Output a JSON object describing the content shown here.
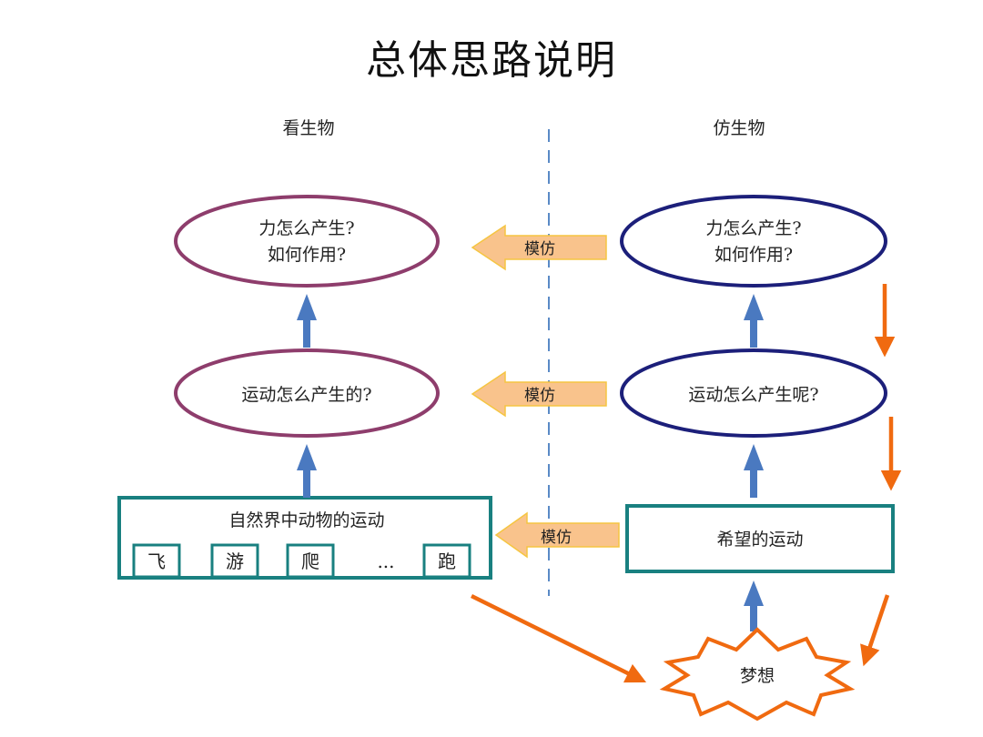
{
  "title": "总体思路说明",
  "columns": {
    "left": "看生物",
    "right": "仿生物"
  },
  "left_nodes": {
    "force_line1": "力怎么产生?",
    "force_line2": "如何作用?",
    "motion": "运动怎么产生的?",
    "nature": "自然界中动物的运动",
    "examples": [
      "飞",
      "游",
      "爬",
      "...",
      "跑"
    ]
  },
  "right_nodes": {
    "force_line1": "力怎么产生?",
    "force_line2": "如何作用?",
    "motion": "运动怎么产生呢?",
    "desired": "希望的运动",
    "dream": "梦想"
  },
  "imitate_labels": [
    "模仿",
    "模仿",
    "模仿"
  ],
  "colors": {
    "left_ellipse": "#8e3d6c",
    "right_ellipse": "#1c1f7a",
    "box_border": "#198080",
    "up_arrow": "#4a79c0",
    "orange": "#f06a10",
    "imitate_fill": "#f9c38c",
    "divider": "#5a8ac6"
  }
}
